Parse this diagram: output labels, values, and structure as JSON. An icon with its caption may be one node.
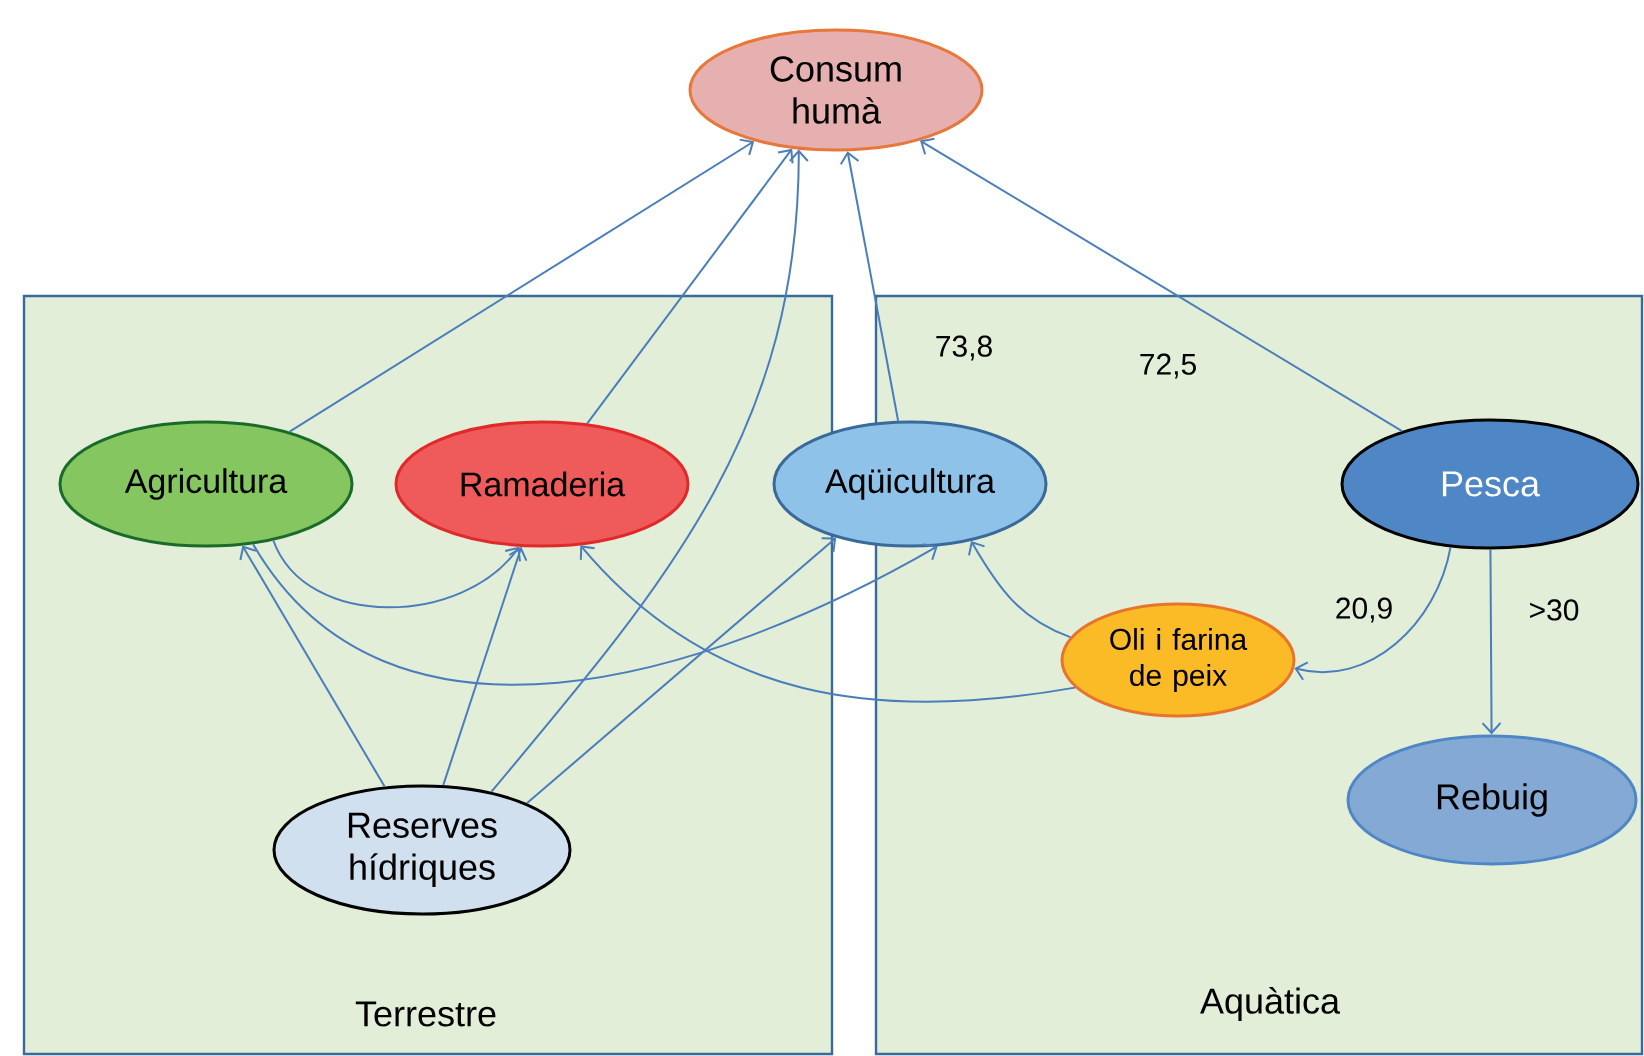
{
  "diagram": {
    "nodes": [
      {
        "text": [
          "Consum humà"
        ]
      },
      {
        "text": [
          "Terrestre"
        ]
      },
      {
        "text": [
          "Aquàtica"
        ]
      },
      {
        "text": [
          "Agricultura"
        ],
        "in": 1
      },
      {
        "text": [
          "Ramaderia"
        ],
        "in": 1
      },
      {
        "text": [
          "Aqüicultura"
        ]
      },
      {
        "text": [
          "Pesca"
        ],
        "in": 2
      },
      {
        "text": [
          "Oli i farina de peix"
        ],
        "in": 2
      },
      {
        "text": [
          "Reserves hídriques"
        ],
        "in": 1
      },
      {
        "text": [
          "Rebuig"
        ],
        "in": 2
      }
    ],
    "edges": [
      {
        "from": 3,
        "to": 0,
        "arrow": "to"
      },
      {
        "from": 4,
        "to": 0,
        "arrow": "to"
      },
      {
        "from": 8,
        "to": 0,
        "arrow": "to"
      },
      {
        "from": 5,
        "to": 0,
        "arrow": "to",
        "label": "73,8"
      },
      {
        "from": 6,
        "to": 0,
        "arrow": "to",
        "label": "72,5"
      },
      {
        "from": 3,
        "to": 4,
        "arrow": "to"
      },
      {
        "from": 3,
        "to": 5,
        "arrow": "to"
      },
      {
        "from": 8,
        "to": 3,
        "arrow": "to"
      },
      {
        "from": 8,
        "to": 4,
        "arrow": "to"
      },
      {
        "from": 8,
        "to": 5,
        "arrow": "to"
      },
      {
        "from": 7,
        "to": 4,
        "arrow": "to"
      },
      {
        "from": 7,
        "to": 5,
        "arrow": "to"
      },
      {
        "from": 6,
        "to": 7,
        "arrow": "to",
        "label": "20,9"
      },
      {
        "from": 6,
        "to": 9,
        "arrow": "to",
        "label": ">30"
      }
    ]
  }
}
